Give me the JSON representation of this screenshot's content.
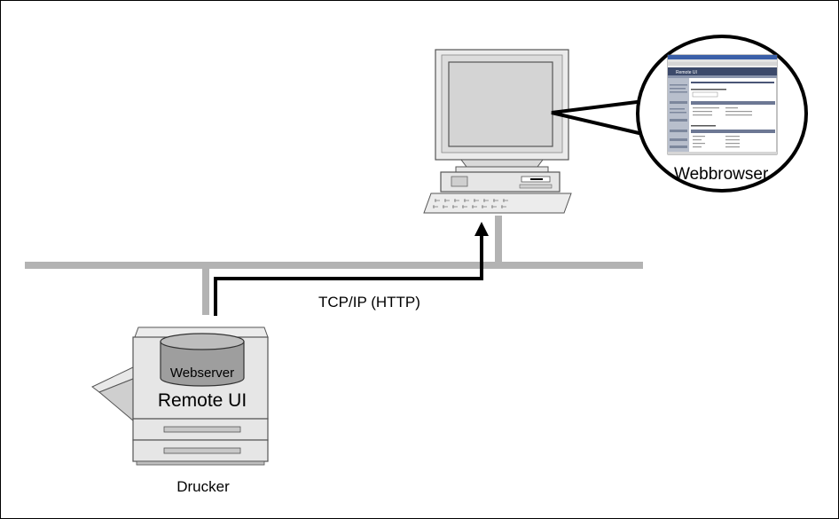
{
  "labels": {
    "webbrowser": "Webbrowser",
    "protocol": "TCP/IP (HTTP)",
    "webserver": "Webserver",
    "remote_ui": "Remote UI",
    "printer": "Drucker"
  },
  "browser_thumbnail": {
    "app_title": "Remote UI"
  },
  "colors": {
    "network_line": "#b3b3b3",
    "device_body": "#e6e6e6",
    "device_dark": "#8c8c8c",
    "server_db": "#9e9e9e",
    "screen": "#d4d4d4",
    "connection": "#000000"
  }
}
